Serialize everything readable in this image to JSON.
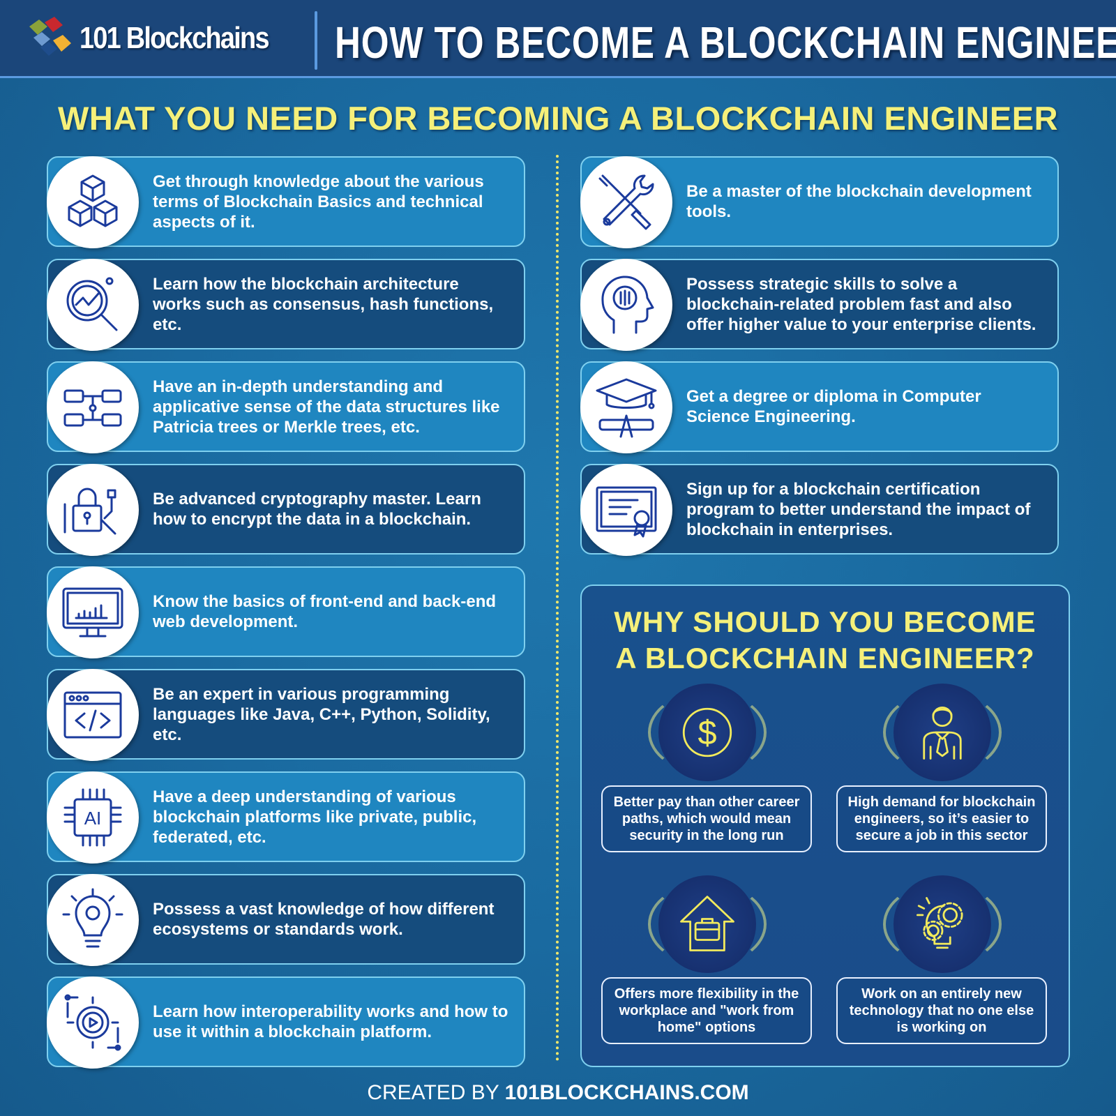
{
  "header": {
    "brand": "101 Blockchains",
    "title": "HOW TO BECOME A BLOCKCHAIN ENGINEER"
  },
  "subtitle": "WHAT YOU NEED FOR BECOMING A BLOCKCHAIN ENGINEER",
  "colors": {
    "accent_yellow": "#f5f07a",
    "card_light": "#1f86c0",
    "card_dark": "#154c7d",
    "icon_blue": "#1a3a9c",
    "header_bg": "#1b467a"
  },
  "left_items": [
    {
      "icon": "cubes-icon",
      "text": "Get through knowledge about the various terms of Blockchain Basics and technical aspects of it."
    },
    {
      "icon": "magnifier-chart-icon",
      "text": "Learn how the blockchain architecture works such as consensus, hash functions, etc."
    },
    {
      "icon": "data-structure-icon",
      "text": "Have an in-depth understanding and applicative sense of the data structures like Patricia trees or Merkle trees, etc."
    },
    {
      "icon": "padlock-icon",
      "text": "Be advanced cryptography master. Learn how to encrypt the data in a blockchain."
    },
    {
      "icon": "monitor-chart-icon",
      "text": "Know the basics of front-end and back-end web development."
    },
    {
      "icon": "code-window-icon",
      "text": "Be an expert in various programming languages like Java, C++, Python, Solidity, etc."
    },
    {
      "icon": "ai-chip-icon",
      "text": "Have a deep understanding of various blockchain platforms like private, public, federated, etc."
    },
    {
      "icon": "lightbulb-gear-icon",
      "text": "Possess a vast knowledge of how different ecosystems or standards work."
    },
    {
      "icon": "gear-play-icon",
      "text": "Learn how interoperability works and how to use it within a blockchain platform."
    }
  ],
  "right_items": [
    {
      "icon": "tools-icon",
      "text": "Be a master of the blockchain development tools."
    },
    {
      "icon": "head-circuit-icon",
      "text": "Possess strategic skills to solve a blockchain-related problem fast and also offer higher value to your enterprise clients."
    },
    {
      "icon": "graduation-cap-icon",
      "text": "Get a degree or diploma in Computer Science Engineering."
    },
    {
      "icon": "certificate-icon",
      "text": "Sign up for a blockchain certification program to better understand the impact of blockchain in enterprises."
    }
  ],
  "why": {
    "title_line1": "WHY SHOULD YOU BECOME",
    "title_line2": "A BLOCKCHAIN ENGINEER?",
    "reasons": [
      {
        "icon": "dollar-coin-icon",
        "text": "Better pay than other career paths, which would mean security in the long run"
      },
      {
        "icon": "businessman-icon",
        "text": "High demand for blockchain engineers, so it’s easier to secure a job in this sector"
      },
      {
        "icon": "house-briefcase-icon",
        "text": "Offers more flexibility in the workplace and \"work from home\" options"
      },
      {
        "icon": "bulb-gears-icon",
        "text": "Work on an entirely new technology that no one else is working on"
      }
    ]
  },
  "footer": {
    "prefix": "CREATED BY",
    "site": "101BLOCKCHAINS.COM"
  }
}
